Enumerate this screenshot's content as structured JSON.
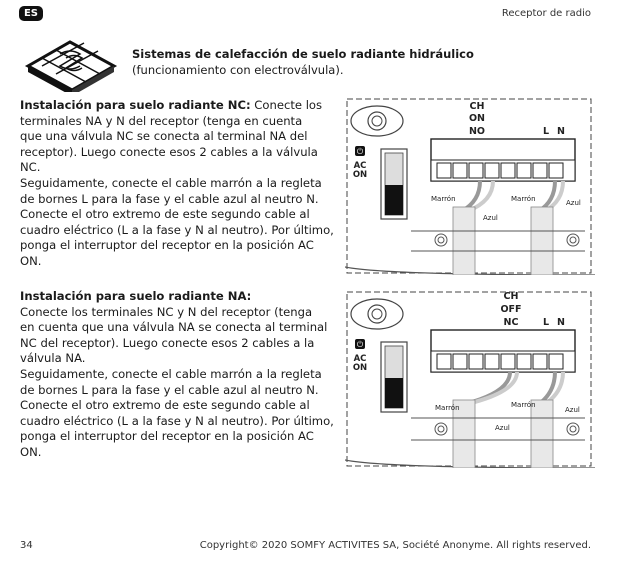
{
  "header": {
    "language_badge": "ES",
    "doc_title": "Receptor de radio"
  },
  "section": {
    "title": "Sistemas de calefacción de suelo radiante hidráulico",
    "subtitle": "(funcionamiento con electroválvula)."
  },
  "nc_block": {
    "heading": "Instalación para suelo radiante NC:",
    "lead": "Conecte los",
    "body": "terminales NA y N del receptor (tenga en cuenta\nque una válvula NC se conecta al terminal NA del\nreceptor). Luego conecte esos 2 cables a la válvula\nNC.\nSeguidamente, conecte el cable marrón a la regleta\nde bornes L para la fase y el cable azul al neutro N.\nConecte el otro extremo de este segundo cable al\ncuadro eléctrico (L a la fase y N al neutro). Por último,\nponga el interruptor del receptor en la posición AC ON."
  },
  "na_block": {
    "heading": "Instalación para suelo radiante NA:",
    "body": "Conecte los terminales NC y N del receptor (tenga\nen cuenta que una válvula NA se conecta al terminal\nNC del receptor). Luego conecte esos 2 cables a la\nválvula NA.\nSeguidamente, conecte el cable marrón a la regleta\nde bornes L para la fase y el cable azul al neutro N.\nConecte el otro extremo de este segundo cable al\ncuadro eléctrico (L a la fase y N al neutro). Por último,\nponga el interruptor del receptor en la posición AC ON."
  },
  "diagram_nc": {
    "ch": "CH",
    "mode": "ON",
    "terminal_left": "NO",
    "terminal_l": "L",
    "terminal_n": "N",
    "switch_ac": "AC",
    "switch_on": "ON",
    "wire_brown_1": "Marrón",
    "wire_brown_2": "Marrón",
    "wire_blue_1": "Azul",
    "wire_blue_2": "Azul"
  },
  "diagram_na": {
    "ch": "CH",
    "mode": "OFF",
    "terminal_left": "NC",
    "terminal_l": "L",
    "terminal_n": "N",
    "switch_ac": "AC",
    "switch_on": "ON",
    "wire_brown_1": "Marrón",
    "wire_brown_2": "Marrón",
    "wire_blue_1": "Azul",
    "wire_blue_2": "Azul"
  },
  "footer": {
    "page_number": "34",
    "copyright": "Copyright© 2020 SOMFY ACTIVITES SA, Société Anonyme. All rights reserved."
  },
  "icons": {
    "floor_heating": "floor-heating-icon",
    "power": "power-icon",
    "dial": "dial-icon"
  }
}
